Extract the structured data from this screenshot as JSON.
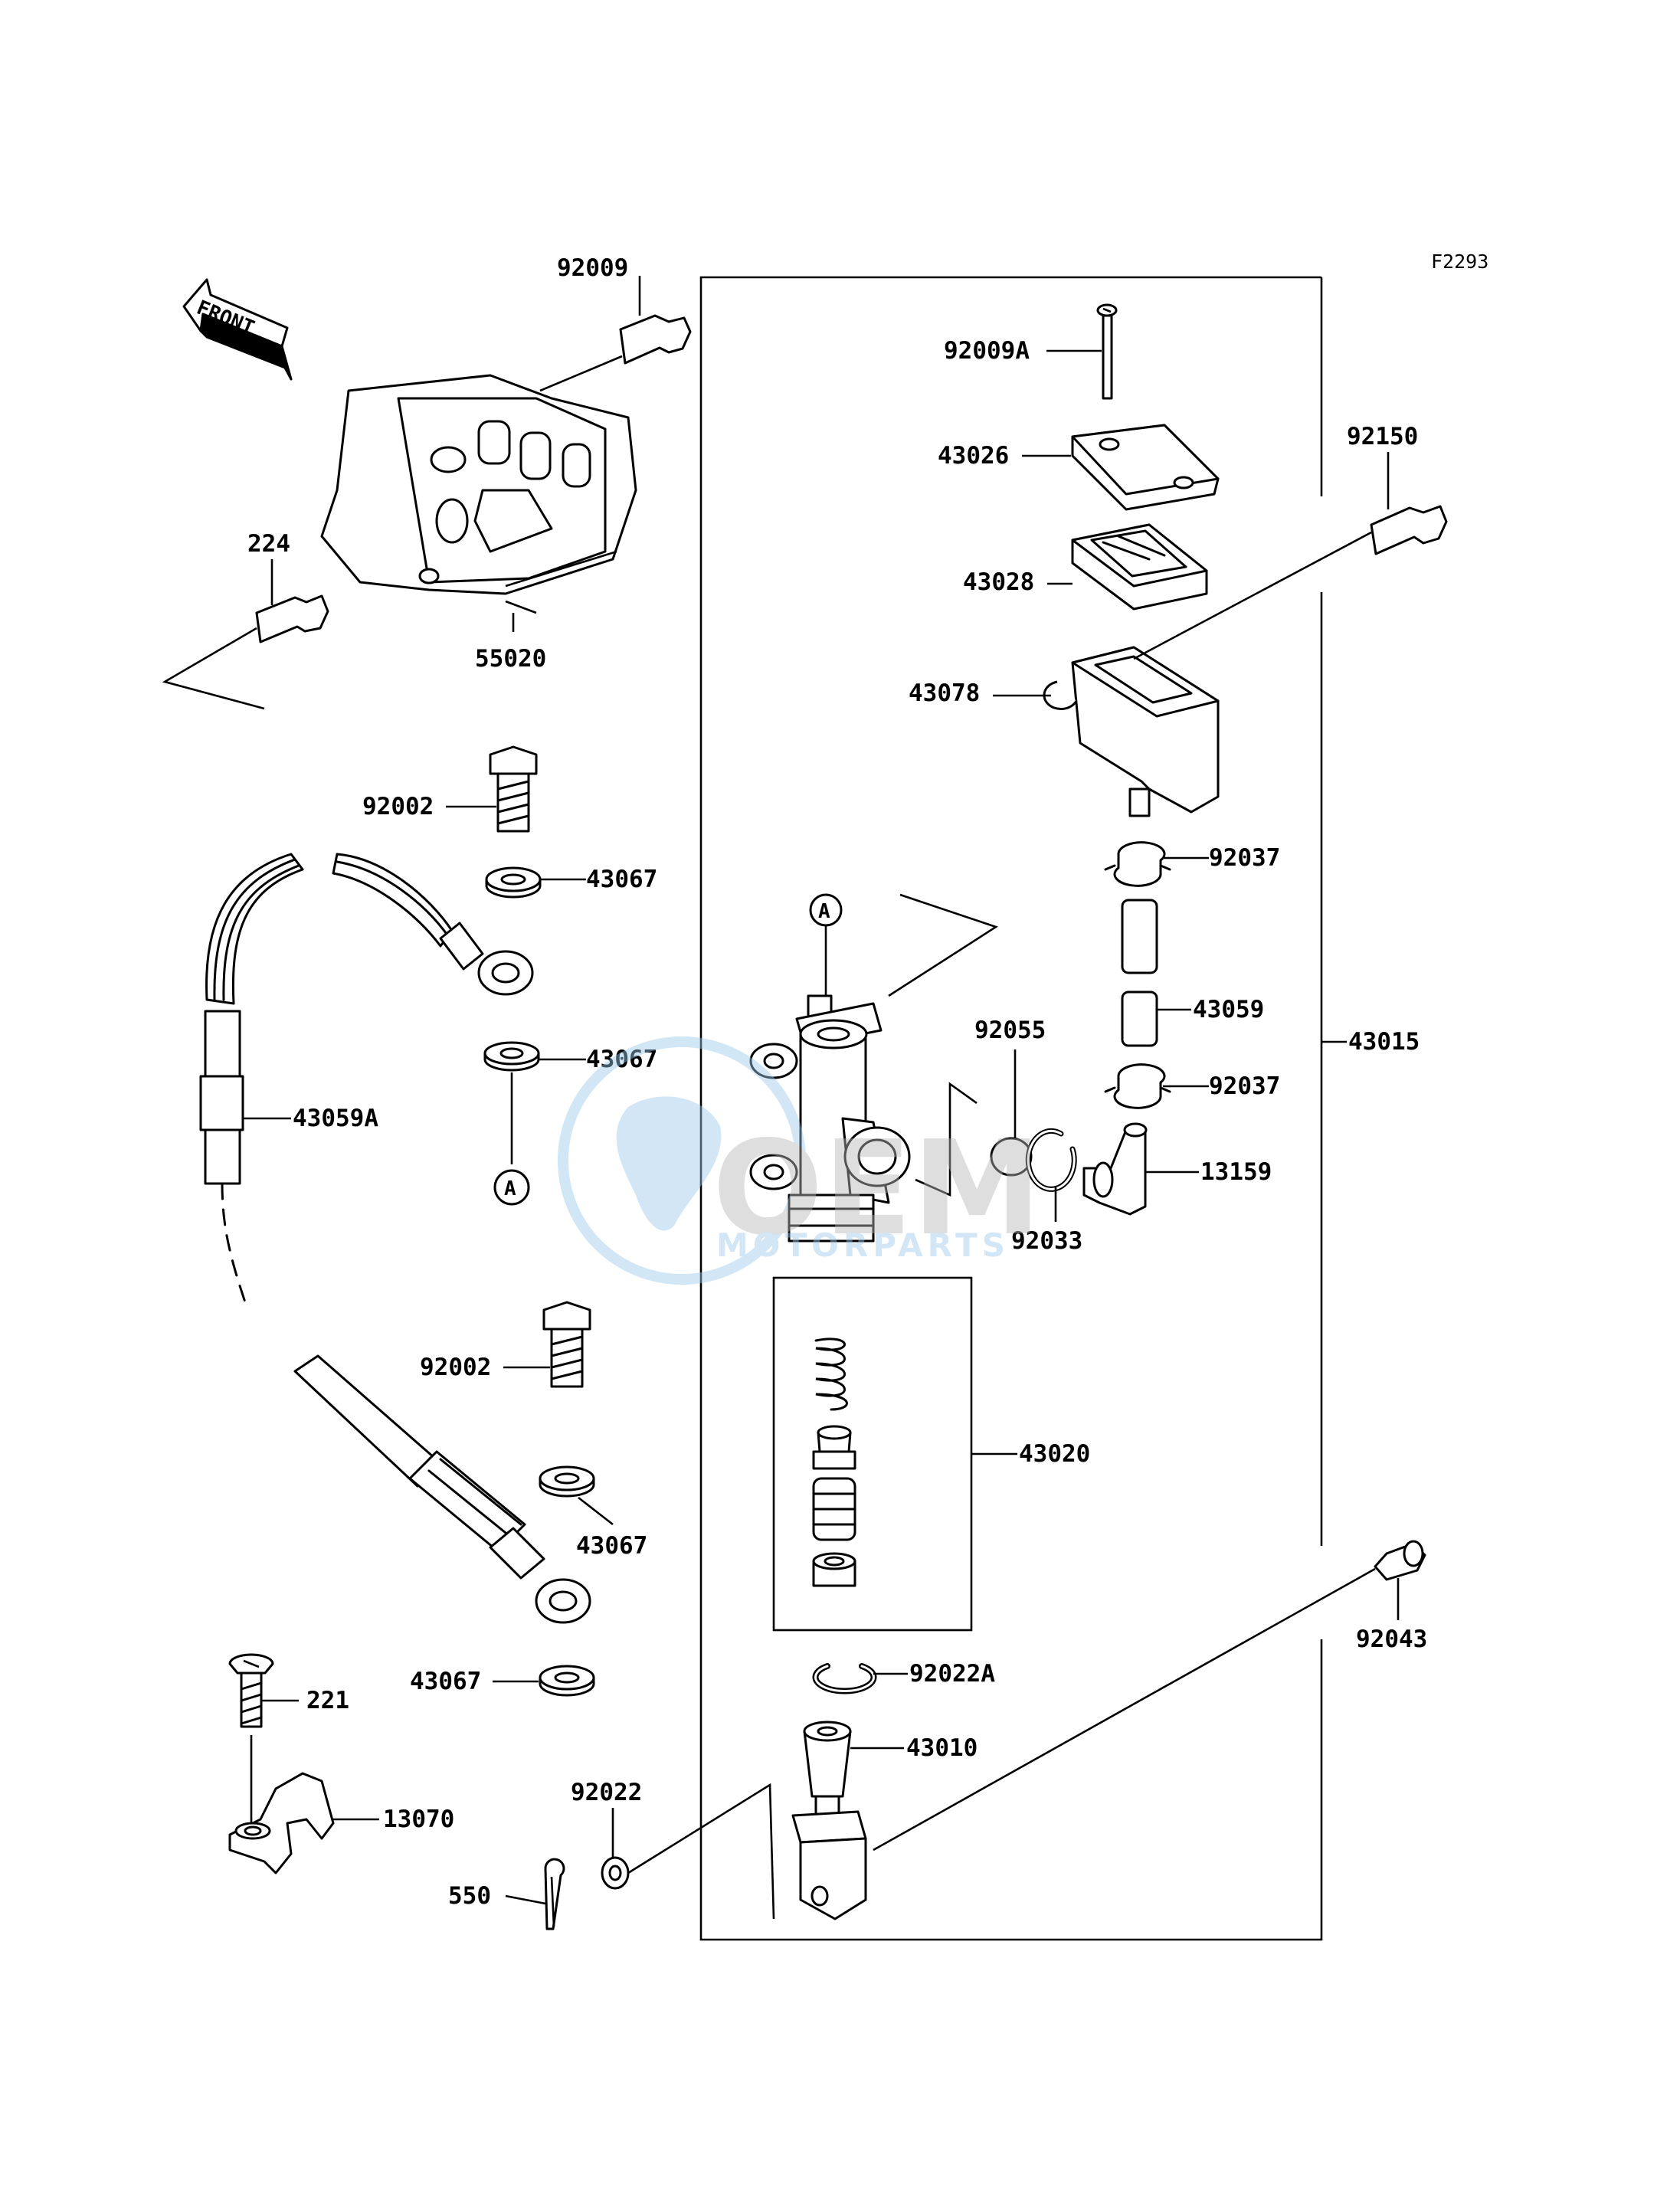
{
  "figure_code": "F2293",
  "front_label": "FRONT",
  "callout_ref": "A",
  "watermark": {
    "brand": "OEM",
    "subtitle": "MOTORPARTS",
    "color": "#9cc9ea"
  },
  "labels": {
    "p92009": "92009",
    "p224": "224",
    "p55020": "55020",
    "p92002a": "92002",
    "p43067a": "43067",
    "p43067b": "43067",
    "p43059A": "43059A",
    "p92002b": "92002",
    "p43067c": "43067",
    "p43067d": "43067",
    "p221": "221",
    "p13070": "13070",
    "p550": "550",
    "p92022": "92022",
    "p92009A": "92009A",
    "p43026": "43026",
    "p43028": "43028",
    "p43078": "43078",
    "p92150": "92150",
    "p92037a": "92037",
    "p43059": "43059",
    "p92037b": "92037",
    "p13159": "13159",
    "p43015": "43015",
    "p92055": "92055",
    "p92033": "92033",
    "p43020": "43020",
    "p92043": "92043",
    "p92022A": "92022A",
    "p43010": "43010"
  }
}
